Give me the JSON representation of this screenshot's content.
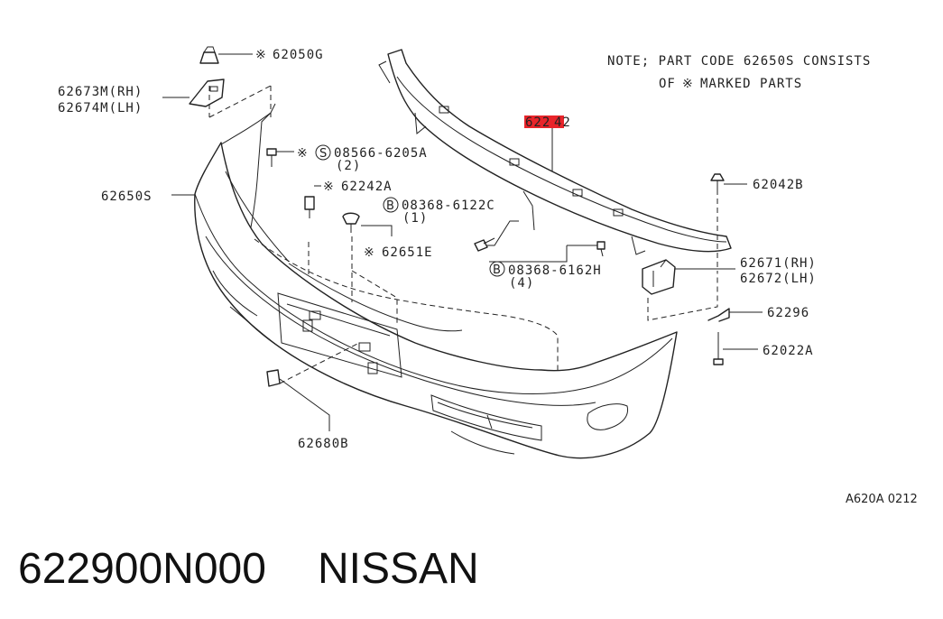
{
  "note": {
    "line1": "NOTE; PART CODE 62650S CONSISTS",
    "line2_pre": "OF",
    "line2_post": "MARKED PARTS"
  },
  "labels": {
    "p62050G": "62050G",
    "p62673M": "62673M(RH)",
    "p62674M": "62674M(LH)",
    "p08566": "08566-6205A",
    "p08566_qty": "(2)",
    "p62242A": "62242A",
    "p08368_6122C": "08368-6122C",
    "p08368_6122C_qty": "(1)",
    "p62651E": "62651E",
    "p62650S": "62650S",
    "p62242_head": "622",
    "p62242_tail": "42",
    "p62042B": "62042B",
    "p08368_6162H": "08368-6162H",
    "p08368_6162H_qty": "(4)",
    "p62671": "62671(RH)",
    "p62672": "62672(LH)",
    "p62296": "62296",
    "p62022A": "62022A",
    "p62680B": "62680B"
  },
  "symbols": {
    "marked": "※",
    "screw_circle": "S",
    "bolt_circle": "B"
  },
  "diagram_code": "A620A 0212",
  "footer": {
    "part_number": "622900N000",
    "brand": "NISSAN"
  },
  "colors": {
    "highlight": "#e8242a",
    "line": "#222222"
  }
}
